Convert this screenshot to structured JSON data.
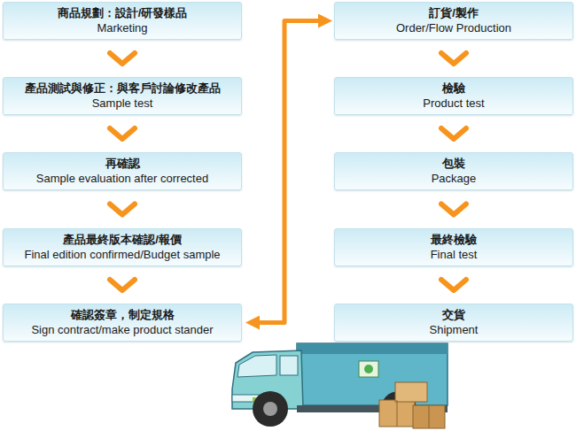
{
  "diagram": {
    "nodes": [
      {
        "text": [
          "商品規劃：設計/研發樣品",
          "Marketing"
        ]
      },
      {
        "text": [
          "產品測試與修正：與客戶討論修改產品",
          "Sample test"
        ]
      },
      {
        "text": [
          "再確認",
          "Sample evaluation after corrected"
        ]
      },
      {
        "text": [
          "產品最終版本確認/報價",
          "Final edition confirmed/Budget sample"
        ]
      },
      {
        "text": [
          "確認簽章，制定規格",
          "Sign contract/make product stander"
        ]
      },
      {
        "text": [
          "訂貨/製作",
          "Order/Flow Production"
        ]
      },
      {
        "text": [
          "檢驗",
          "Product test"
        ]
      },
      {
        "text": [
          "包裝",
          "Package"
        ]
      },
      {
        "text": [
          "最終檢驗",
          "Final test"
        ]
      },
      {
        "text": [
          "交貨",
          "Shipment"
        ]
      }
    ],
    "edges": [
      {
        "from": 0,
        "to": 1,
        "arrow": "to"
      },
      {
        "from": 1,
        "to": 2,
        "arrow": "to"
      },
      {
        "from": 2,
        "to": 3,
        "arrow": "to"
      },
      {
        "from": 3,
        "to": 4,
        "arrow": "to"
      },
      {
        "from": 4,
        "to": 5,
        "arrow": "both"
      },
      {
        "from": 5,
        "to": 6,
        "arrow": "to"
      },
      {
        "from": 6,
        "to": 7,
        "arrow": "to"
      },
      {
        "from": 7,
        "to": 8,
        "arrow": "to"
      },
      {
        "from": 8,
        "to": 9,
        "arrow": "to"
      }
    ]
  }
}
